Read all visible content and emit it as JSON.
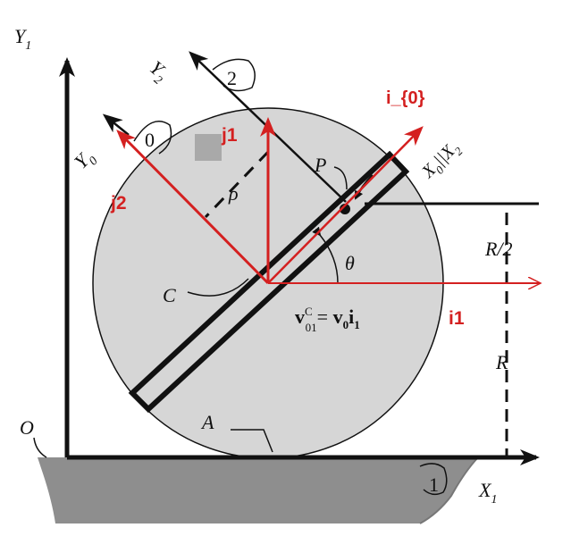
{
  "colors": {
    "red": "#d42020",
    "black": "#111111",
    "disk": "#d6d6d6",
    "ground": "#8e8e8e",
    "square": "#a9a9a9"
  },
  "labels": {
    "Y1": "Y",
    "Y1_sub": "1",
    "X1": "X",
    "X1_sub": "1",
    "O": "O",
    "Y2": "Y",
    "Y2_sub": "2",
    "Y0": "Y",
    "Y0_sub": "0",
    "X0X2_a": "X",
    "X0X2_a_sub": "0",
    "X0X2_sep": "||",
    "X0X2_b": "X",
    "X0X2_b_sub": "2",
    "P": "P",
    "C": "C",
    "A": "A",
    "rho": "ρ",
    "theta": "θ",
    "R_half": "R/2",
    "R": "R",
    "frame_0": "0",
    "frame_1": "1",
    "frame_2": "2",
    "vec_v": "v",
    "vec_v_sup": "C",
    "vec_v_sub": "01",
    "vec_eq": "= ",
    "vec_v0": "v",
    "vec_v0_sub": "0",
    "vec_i": "i",
    "vec_i_sub": "1"
  },
  "red_labels": {
    "i0": "i_{0}",
    "j1": "j1",
    "j2": "j2",
    "i1": "i1"
  }
}
